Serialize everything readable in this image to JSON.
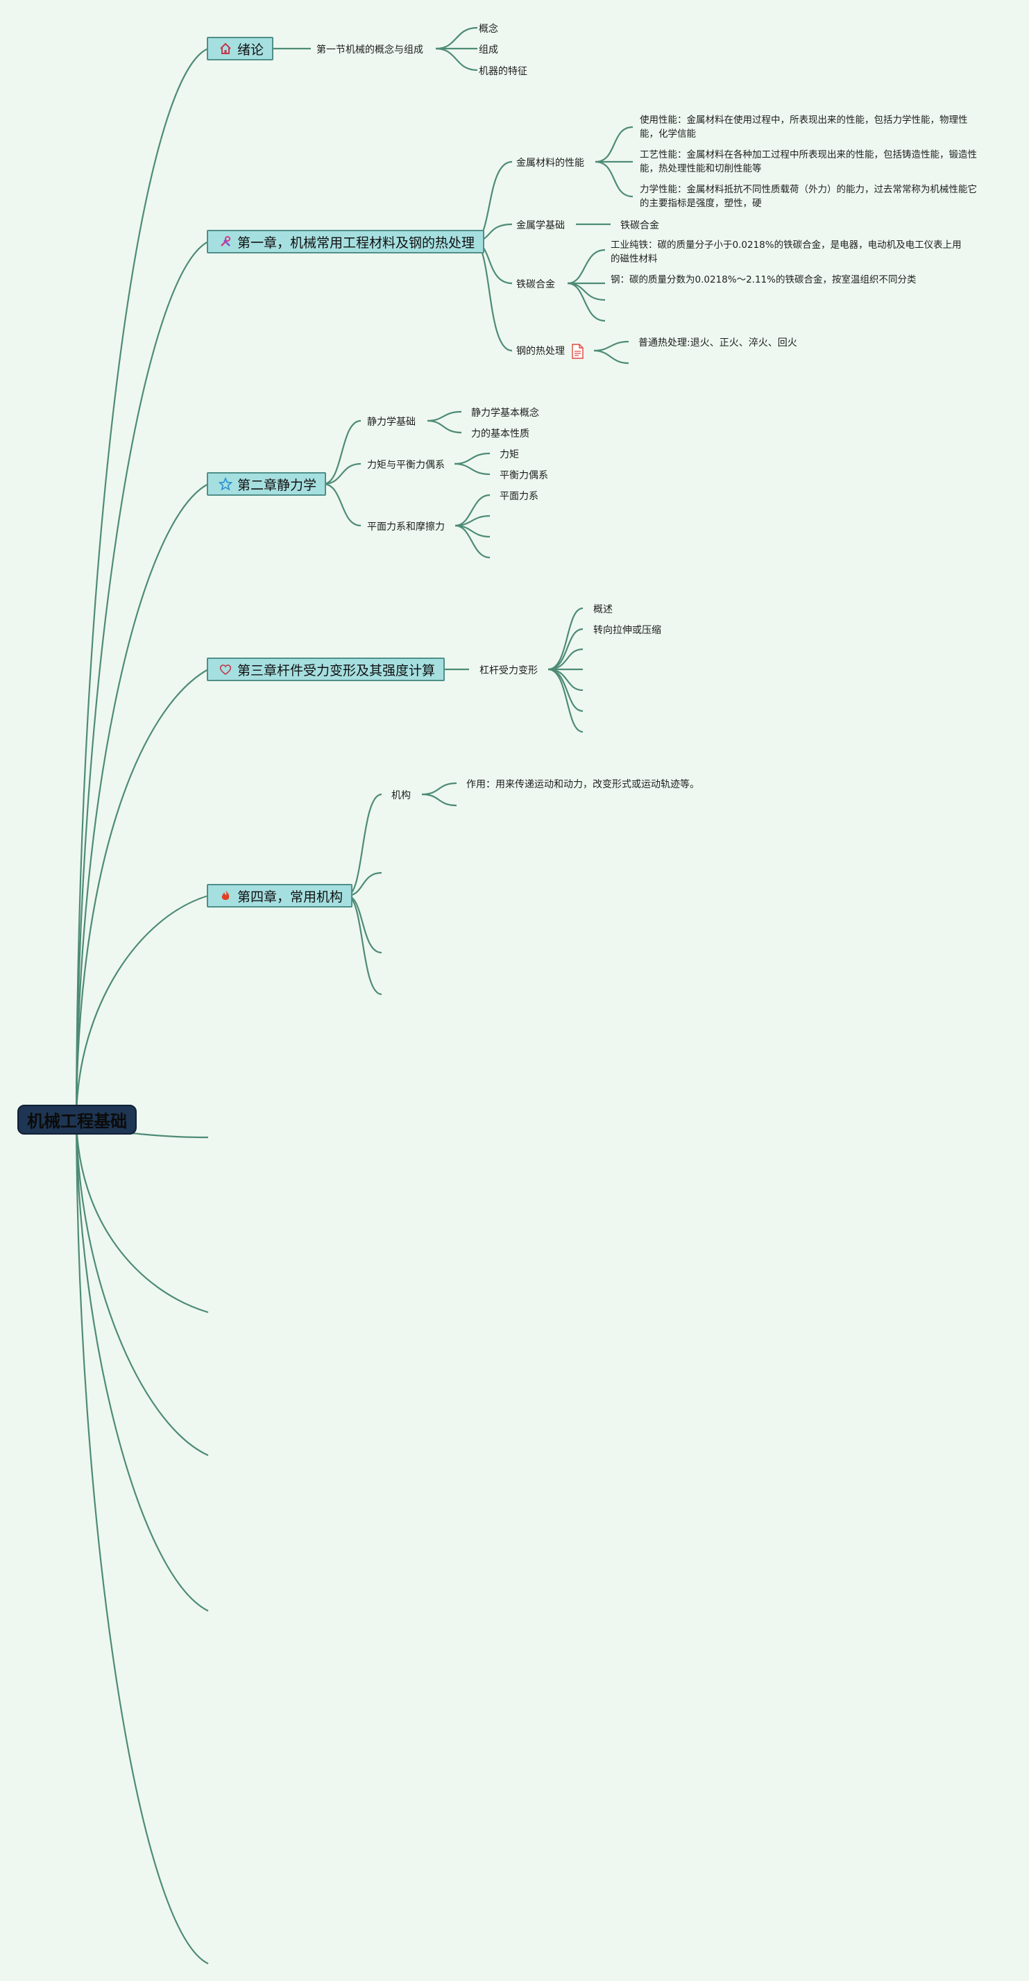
{
  "root": {
    "label": "机械工程基础"
  },
  "chapters": [
    {
      "label": "绪论",
      "icon": "home-icon"
    },
    {
      "label": "第一章，机械常用工程材料及钢的热处理",
      "icon": "tools-icon"
    },
    {
      "label": "第二章静力学",
      "icon": "star-icon"
    },
    {
      "label": "第三章杆件受力变形及其强度计算",
      "icon": "heart-icon"
    },
    {
      "label": "第四章，常用机构",
      "icon": "fire-icon"
    }
  ],
  "intro": {
    "section": "第一节机械的概念与组成",
    "items": [
      "概念",
      "组成",
      "机器的特征"
    ]
  },
  "ch1": {
    "metal_perf": "金属材料的性能",
    "perf_items": [
      "使用性能：金属材料在使用过程中，所表现出来的性能，包括力学性能，物理性能，化学信能",
      "工艺性能：金属材料在各种加工过程中所表现出来的性能，包括铸造性能，锻造性能，热处理性能和切削性能等",
      "力学性能：金属材料抵抗不同性质载荷（外力）的能力，过去常常称为机械性能它的主要指标是强度，塑性，硬"
    ],
    "metallurgy": "金属学基础",
    "metallurgy_child": "铁碳合金",
    "fe_c": "铁碳合金",
    "fe_c_items": [
      "工业纯铁：碳的质量分子小于0.0218%的铁碳合金，是电器，电动机及电工仪表上用的磁性材料",
      "钢：碳的质量分数为0.0218%～2.11%的铁碳合金，按室温组织不同分类"
    ],
    "heat": "钢的热处理",
    "heat_items": [
      "普通热处理:退火、正火、淬火、回火"
    ]
  },
  "ch2": {
    "statics_basic": "静力学基础",
    "statics_items": [
      "静力学基本概念",
      "力的基本性质"
    ],
    "moment": "力矩与平衡力偶系",
    "moment_items": [
      "力矩",
      "平衡力偶系"
    ],
    "plane": "平面力系和摩擦力",
    "plane_items": [
      "平面力系"
    ]
  },
  "ch3": {
    "rod": "杠杆受力变形",
    "rod_items": [
      "概述",
      "转向拉伸或压缩"
    ]
  },
  "ch4": {
    "mech": "机构",
    "mech_items": [
      "作用：用来传递运动和动力，改变形式或运动轨迹等。"
    ]
  },
  "colors": {
    "background": "#eef8f0",
    "edge": "#4e8b76",
    "chapter_fill": "#a6dfe0",
    "root_fill": "#1e3653"
  }
}
